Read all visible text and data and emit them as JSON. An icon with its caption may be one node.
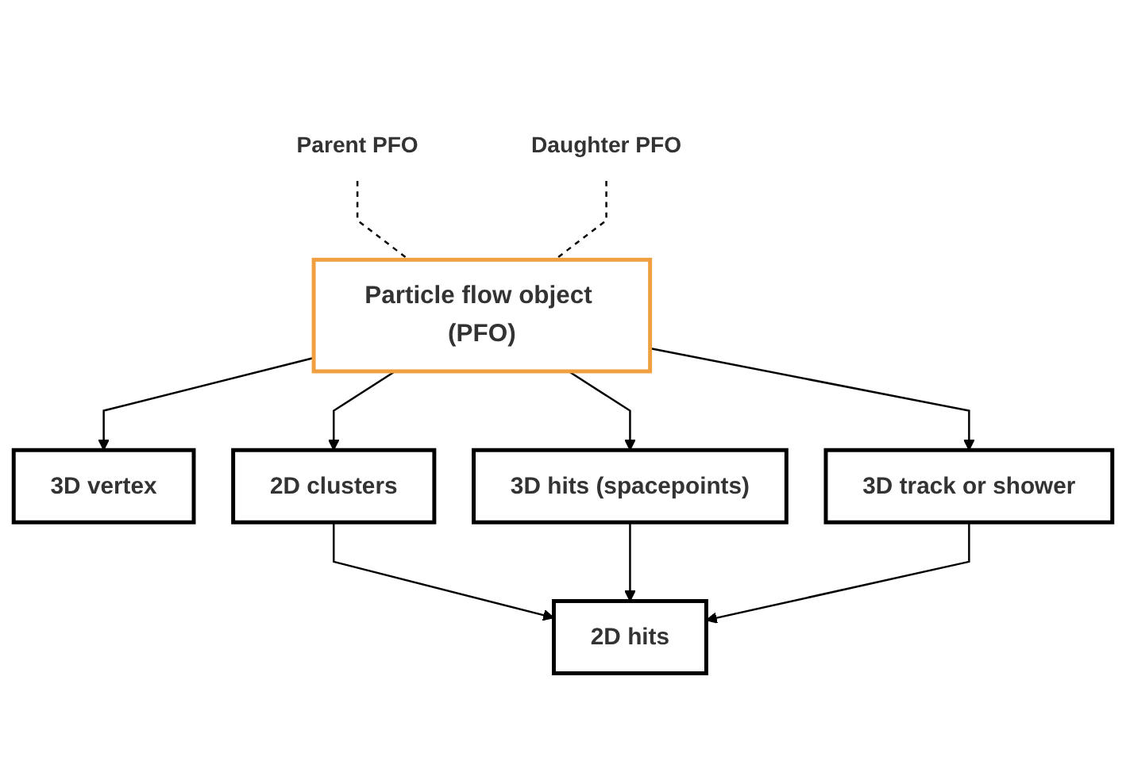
{
  "diagram": {
    "nodes": [
      {
        "text": [
          "Parent PFO"
        ]
      },
      {
        "text": [
          "Daughter PFO"
        ]
      },
      {
        "text": [
          "Particle flow object (PFO)"
        ]
      },
      {
        "text": [
          "3D vertex"
        ]
      },
      {
        "text": [
          "2D clusters"
        ]
      },
      {
        "text": [
          "3D hits (spacepoints)"
        ]
      },
      {
        "text": [
          "3D track or shower"
        ]
      },
      {
        "text": [
          "2D hits"
        ]
      }
    ],
    "edges": [
      {
        "from": 0,
        "to": 2,
        "arrow": "none",
        "style": "dashed"
      },
      {
        "from": 1,
        "to": 2,
        "arrow": "none",
        "style": "dashed"
      },
      {
        "from": 2,
        "to": 3,
        "arrow": "to"
      },
      {
        "from": 2,
        "to": 4,
        "arrow": "to"
      },
      {
        "from": 2,
        "to": 5,
        "arrow": "to"
      },
      {
        "from": 2,
        "to": 6,
        "arrow": "to"
      },
      {
        "from": 4,
        "to": 7,
        "arrow": "to"
      },
      {
        "from": 5,
        "to": 7,
        "arrow": "to"
      },
      {
        "from": 6,
        "to": 7,
        "arrow": "to"
      }
    ]
  }
}
